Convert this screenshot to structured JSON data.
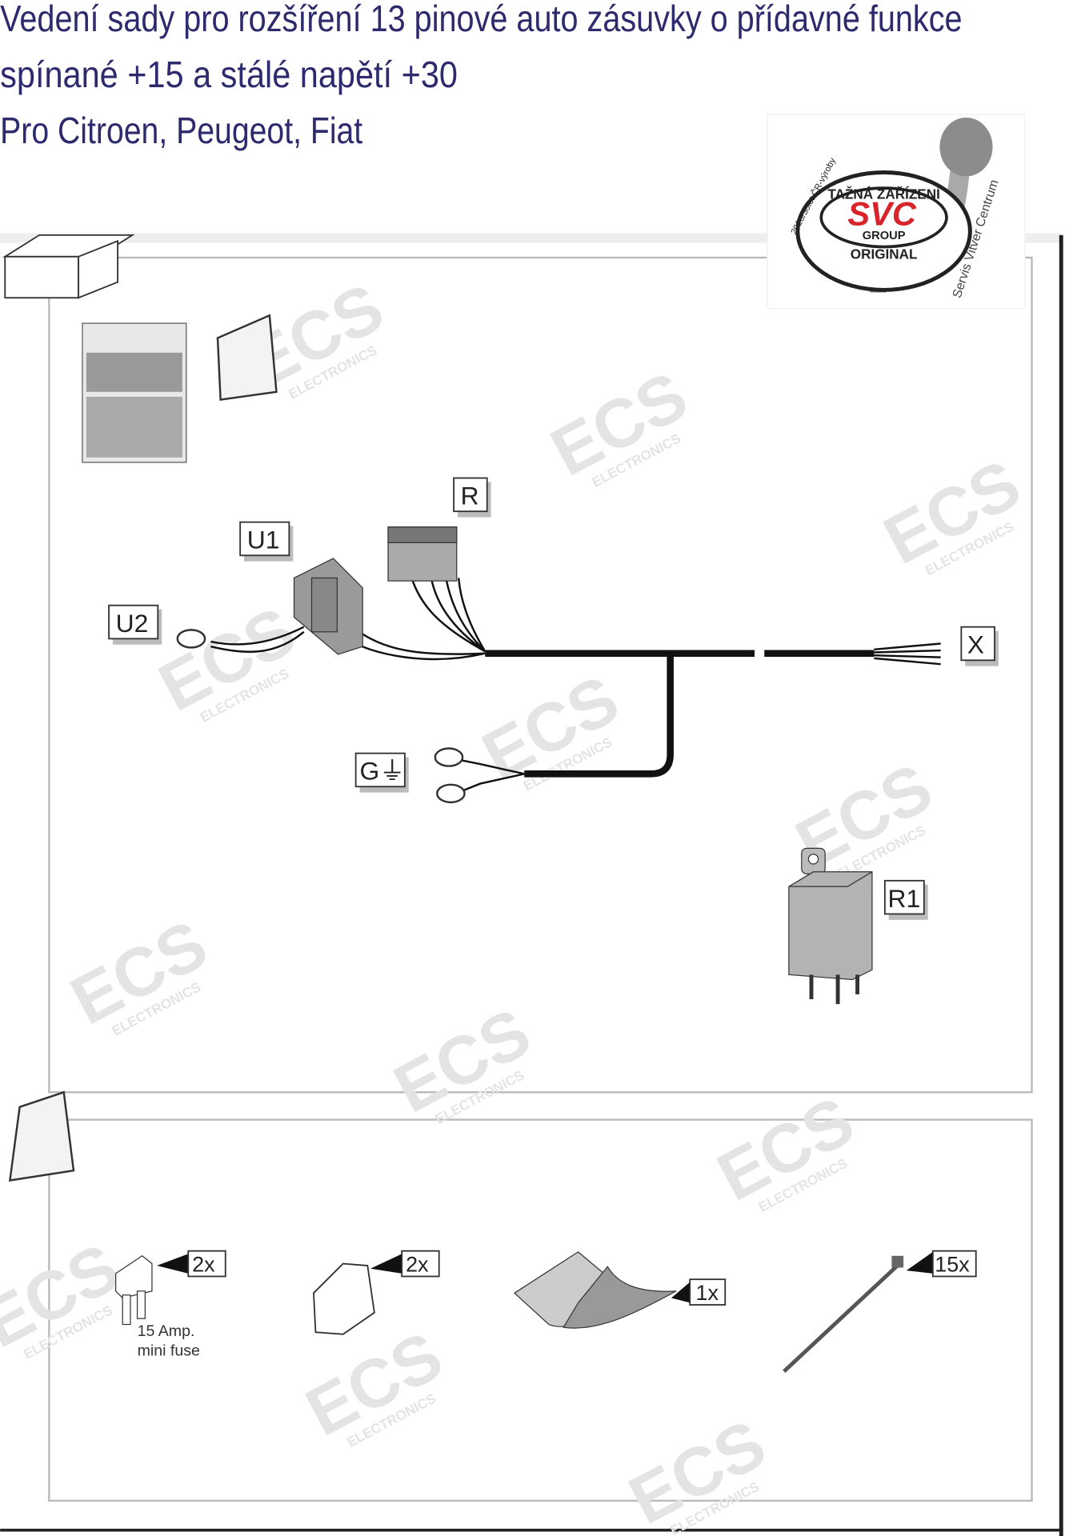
{
  "title": {
    "line1": "Vedení sady pro rozšíření 13 pinové auto zásuvky o přídavné funkce",
    "line2": "spínané +15 a stálé napětí +30",
    "line3": "Pro Citroen, Peugeot, Fiat"
  },
  "logo": {
    "top": "TAŽNÁ ZAŘÍZENÍ",
    "brand": "SVC",
    "group": "GROUP",
    "bottom": "ORIGINAL",
    "anniversary": "2020/30let ČR-výroby",
    "side": "Servis Vitver Centrum"
  },
  "watermark": "ECS ELECTRONICS",
  "labels": {
    "u1": "U1",
    "u2": "U2",
    "r": "R",
    "x": "X",
    "g": "G⏚",
    "r1": "R1"
  },
  "accessories": [
    {
      "name": "mini-fuse",
      "qty": "2x",
      "caption1": "15 Amp.",
      "caption2": "mini fuse"
    },
    {
      "name": "fuse-cap",
      "qty": "2x"
    },
    {
      "name": "insulation-sheet",
      "qty": "1x"
    },
    {
      "name": "cable-tie",
      "qty": "15x"
    }
  ],
  "colors": {
    "title": "#2e2a6e",
    "logo_red": "#d9232a"
  }
}
